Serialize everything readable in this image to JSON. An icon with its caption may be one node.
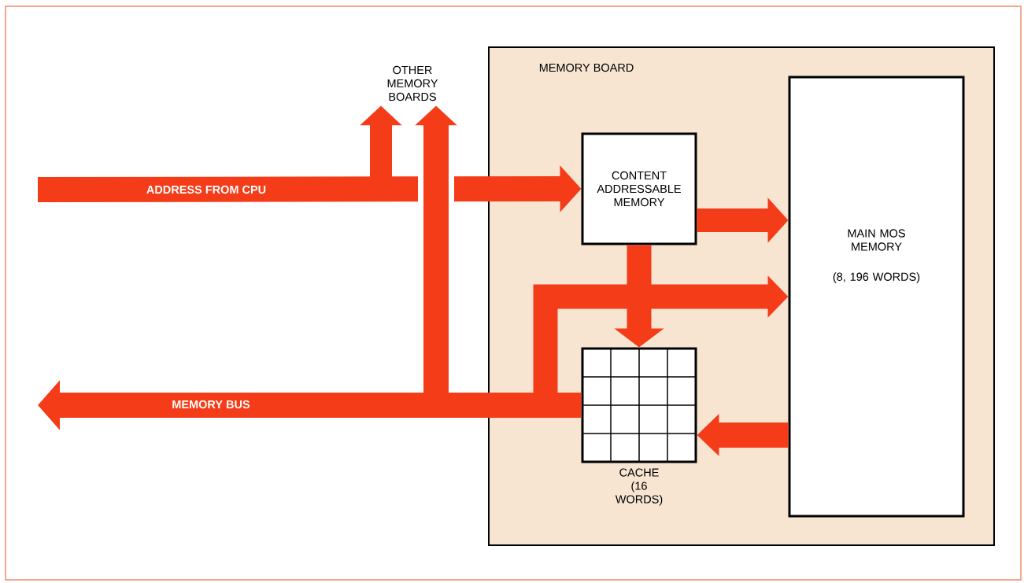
{
  "diagram": {
    "nodes": [
      {
        "text": [
          "MEMORY BOARD"
        ]
      },
      {
        "text": [
          "CONTENT ADDRESSABLE MEMORY"
        ],
        "in": 0
      },
      {
        "text": [
          "MAIN MOS MEMORY",
          "(8, 196 WORDS)"
        ],
        "in": 0
      },
      {
        "text": [
          "CACHE (16 WORDS)"
        ],
        "in": 0
      },
      {
        "text": [
          "OTHER MEMORY BOARDS"
        ]
      }
    ],
    "edges": [
      {
        "from": null,
        "to": 1,
        "arrow": "to",
        "label": "ADDRESS FROM CPU"
      },
      {
        "from": null,
        "to": 4,
        "arrow": "to"
      },
      {
        "from": 1,
        "to": 2,
        "arrow": "to"
      },
      {
        "from": 1,
        "to": 3,
        "arrow": "to"
      },
      {
        "from": 2,
        "to": 3,
        "arrow": "to"
      },
      {
        "from": 3,
        "to": null,
        "arrow": "to",
        "label": "MEMORY BUS"
      },
      {
        "from": null,
        "to": 4,
        "arrow": "to"
      },
      {
        "from": null,
        "to": 2,
        "arrow": "to"
      }
    ]
  }
}
